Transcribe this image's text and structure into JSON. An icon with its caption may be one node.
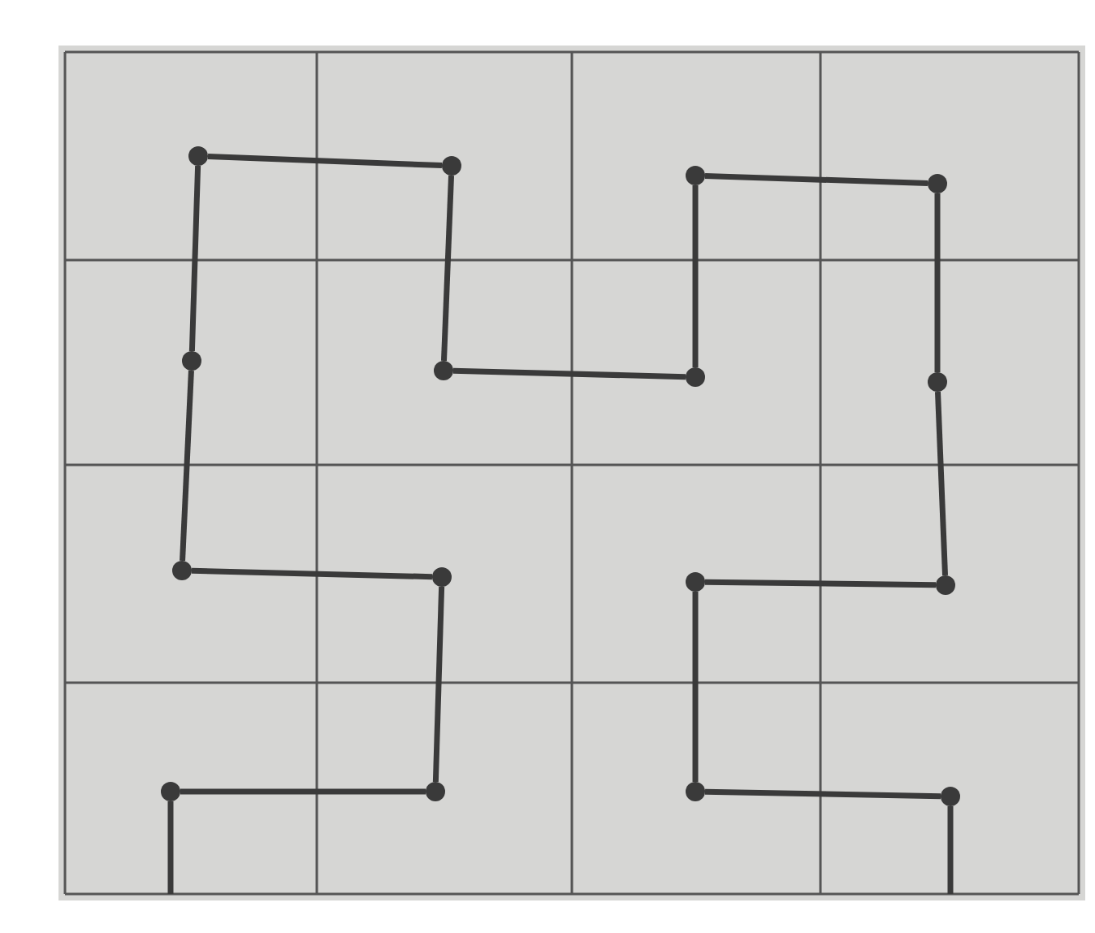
{
  "diagram": {
    "nodes": [
      {
        "text": [],
        "shape": "circle"
      },
      {
        "text": [],
        "shape": "circle"
      },
      {
        "text": [],
        "shape": "circle"
      },
      {
        "text": [],
        "shape": "circle"
      },
      {
        "text": [],
        "shape": "circle"
      },
      {
        "text": [],
        "shape": "circle"
      },
      {
        "text": [],
        "shape": "circle"
      },
      {
        "text": [],
        "shape": "circle"
      },
      {
        "text": [],
        "shape": "circle"
      },
      {
        "text": [],
        "shape": "circle"
      },
      {
        "text": [],
        "shape": "circle"
      },
      {
        "text": [],
        "shape": "circle"
      },
      {
        "text": [],
        "shape": "circle"
      },
      {
        "text": [],
        "shape": "circle"
      },
      {
        "text": [],
        "shape": "circle"
      },
      {
        "text": [],
        "shape": "circle"
      }
    ],
    "edges": [
      {
        "from": null,
        "to": 12,
        "arrow": "none"
      },
      {
        "from": 12,
        "to": 13,
        "arrow": "none"
      },
      {
        "from": 13,
        "to": 9,
        "arrow": "none"
      },
      {
        "from": 9,
        "to": 8,
        "arrow": "none"
      },
      {
        "from": 8,
        "to": 4,
        "arrow": "none"
      },
      {
        "from": 4,
        "to": 0,
        "arrow": "none"
      },
      {
        "from": 0,
        "to": 1,
        "arrow": "none"
      },
      {
        "from": 1,
        "to": 5,
        "arrow": "none"
      },
      {
        "from": 5,
        "to": 6,
        "arrow": "none"
      },
      {
        "from": 6,
        "to": 2,
        "arrow": "none"
      },
      {
        "from": 2,
        "to": 3,
        "arrow": "none"
      },
      {
        "from": 3,
        "to": 7,
        "arrow": "none"
      },
      {
        "from": 7,
        "to": 11,
        "arrow": "none"
      },
      {
        "from": 11,
        "to": 10,
        "arrow": "none"
      },
      {
        "from": 10,
        "to": 14,
        "arrow": "none"
      },
      {
        "from": 14,
        "to": 15,
        "arrow": "none"
      },
      {
        "from": 15,
        "to": null,
        "arrow": "none"
      }
    ]
  }
}
